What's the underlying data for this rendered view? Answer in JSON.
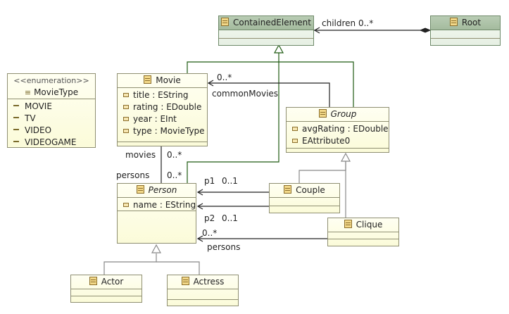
{
  "classes": {
    "contained_element": {
      "name": "ContainedElement"
    },
    "root": {
      "name": "Root"
    },
    "movie": {
      "name": "Movie",
      "attributes": [
        "title : EString",
        "rating : EDouble",
        "year : EInt",
        "type : MovieType"
      ]
    },
    "group": {
      "name": "Group",
      "attributes": [
        "avgRating : EDouble",
        "EAttribute0"
      ]
    },
    "person": {
      "name": "Person",
      "attributes": [
        "name : EString"
      ]
    },
    "couple": {
      "name": "Couple"
    },
    "clique": {
      "name": "Clique"
    },
    "actor": {
      "name": "Actor"
    },
    "actress": {
      "name": "Actress"
    },
    "movie_type": {
      "stereotype": "<<enumeration>>",
      "name": "MovieType",
      "literals": [
        "MOVIE",
        "TV",
        "VIDEO",
        "VIDEOGAME"
      ]
    }
  },
  "labels": {
    "children": "children 0..*",
    "common_movies_mult": "0..*",
    "common_movies": "commonMovies",
    "movies": "movies",
    "movies_mult": "0..*",
    "persons": "persons",
    "persons_mult": "0..*",
    "p1": "p1",
    "p1_mult": "0..1",
    "p2": "p2",
    "p2_mult": "0..1",
    "clique_persons_mult": "0..*",
    "clique_persons": "persons"
  },
  "colors": {
    "inheritance_line": "#1f5a12",
    "generic_line": "#888888",
    "reference_line": "#222222"
  }
}
